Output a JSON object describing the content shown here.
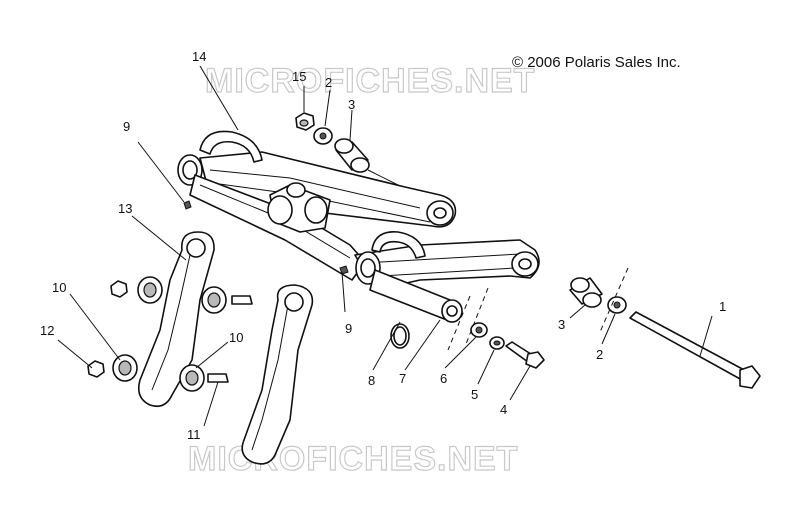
{
  "copyright": "© 2006 Polaris Sales Inc.",
  "watermark": "MICROFICHES.NET",
  "callouts": [
    {
      "id": "c14",
      "label": "14"
    },
    {
      "id": "c15",
      "label": "15"
    },
    {
      "id": "c2a",
      "label": "2"
    },
    {
      "id": "c3a",
      "label": "3"
    },
    {
      "id": "c9a",
      "label": "9"
    },
    {
      "id": "c13",
      "label": "13"
    },
    {
      "id": "c10a",
      "label": "10"
    },
    {
      "id": "c12",
      "label": "12"
    },
    {
      "id": "c10b",
      "label": "10"
    },
    {
      "id": "c11",
      "label": "11"
    },
    {
      "id": "c9b",
      "label": "9"
    },
    {
      "id": "c8",
      "label": "8"
    },
    {
      "id": "c7",
      "label": "7"
    },
    {
      "id": "c6",
      "label": "6"
    },
    {
      "id": "c5",
      "label": "5"
    },
    {
      "id": "c4",
      "label": "4"
    },
    {
      "id": "c3b",
      "label": "3"
    },
    {
      "id": "c2b",
      "label": "2"
    },
    {
      "id": "c1",
      "label": "1"
    }
  ]
}
